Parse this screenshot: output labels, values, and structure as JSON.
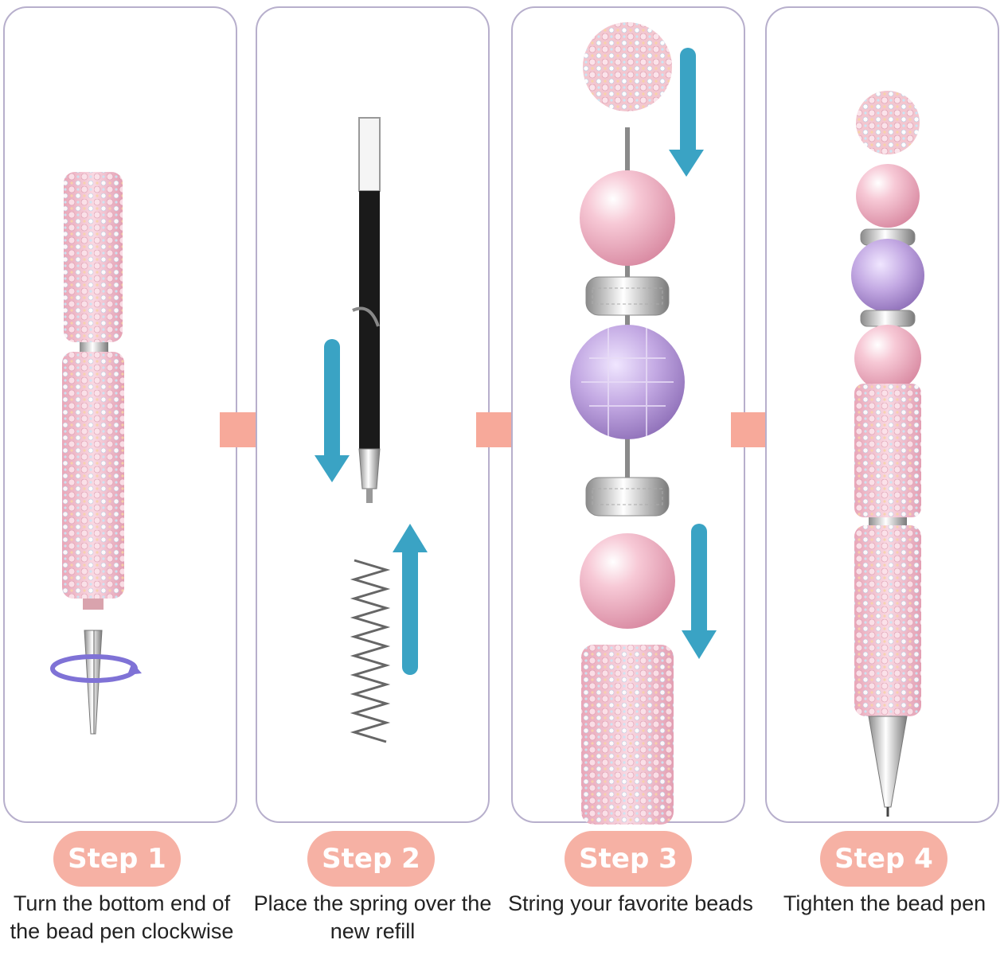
{
  "colors": {
    "panel_border": "#b7afcc",
    "arrow_coral": "#f7a99a",
    "arrow_blue": "#3aa3c4",
    "badge_bg": "#f6b1a4",
    "pearl_pink": "#f2b8c8",
    "crystal_purple": "#b9a0d6"
  },
  "steps": [
    {
      "badge": "Step 1",
      "caption": "Turn the bottom end of the bead pen clockwise"
    },
    {
      "badge": "Step 2",
      "caption": "Place the spring over the new refill"
    },
    {
      "badge": "Step 3",
      "caption": "String your favorite beads"
    },
    {
      "badge": "Step 4",
      "caption": "Tighten the bead pen"
    }
  ],
  "icons": {
    "between_steps": "coral-right-arrow-icon",
    "direction": "blue-down-arrow-icon",
    "rotation": "clockwise-rotation-icon"
  }
}
